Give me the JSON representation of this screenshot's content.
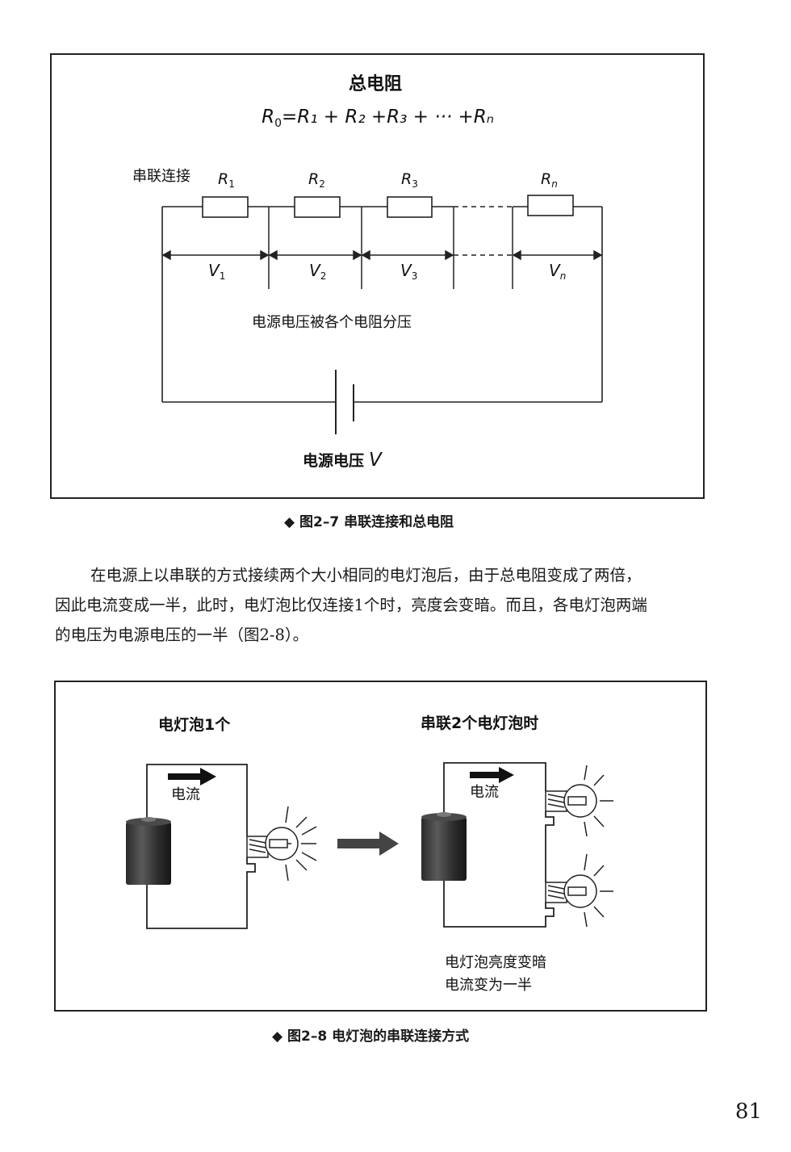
{
  "figure_2_7": {
    "title": "总电阻",
    "formula": {
      "r0": "R",
      "sub0": "0",
      "rest": "=R₁ + R₂ +R₃ + ··· +Rₙ"
    },
    "series_label": "串联连接",
    "resistors": [
      {
        "name": "R",
        "sub": "1"
      },
      {
        "name": "R",
        "sub": "2"
      },
      {
        "name": "R",
        "sub": "3"
      },
      {
        "name": "R",
        "sub": "n"
      }
    ],
    "voltages": [
      {
        "name": "V",
        "sub": "1"
      },
      {
        "name": "V",
        "sub": "2"
      },
      {
        "name": "V",
        "sub": "3"
      },
      {
        "name": "V",
        "sub": "n"
      }
    ],
    "divide_text": "电源电压被各个电阻分压",
    "source_label": "电源电压",
    "source_symbol": "V",
    "caption": "◆ 图2–7  串联连接和总电阻"
  },
  "paragraph": {
    "line1": "在电源上以串联的方式接续两个大小相同的电灯泡后，由于总电阻变成了两倍，",
    "line2": "因此电流变成一半，此时，电灯泡比仅连接1个时，亮度会变暗。而且，各电灯泡两端",
    "line3": "的电压为电源电压的一半（图2-8）。"
  },
  "figure_2_8": {
    "left_title": "电灯泡1个",
    "right_title": "串联2个电灯泡时",
    "current_label_left": "电流",
    "current_label_right": "电流",
    "note_line1": "电灯泡亮度变暗",
    "note_line2": "电流变为一半",
    "caption": "◆ 图2–8  电灯泡的串联连接方式"
  },
  "page_number": "81"
}
